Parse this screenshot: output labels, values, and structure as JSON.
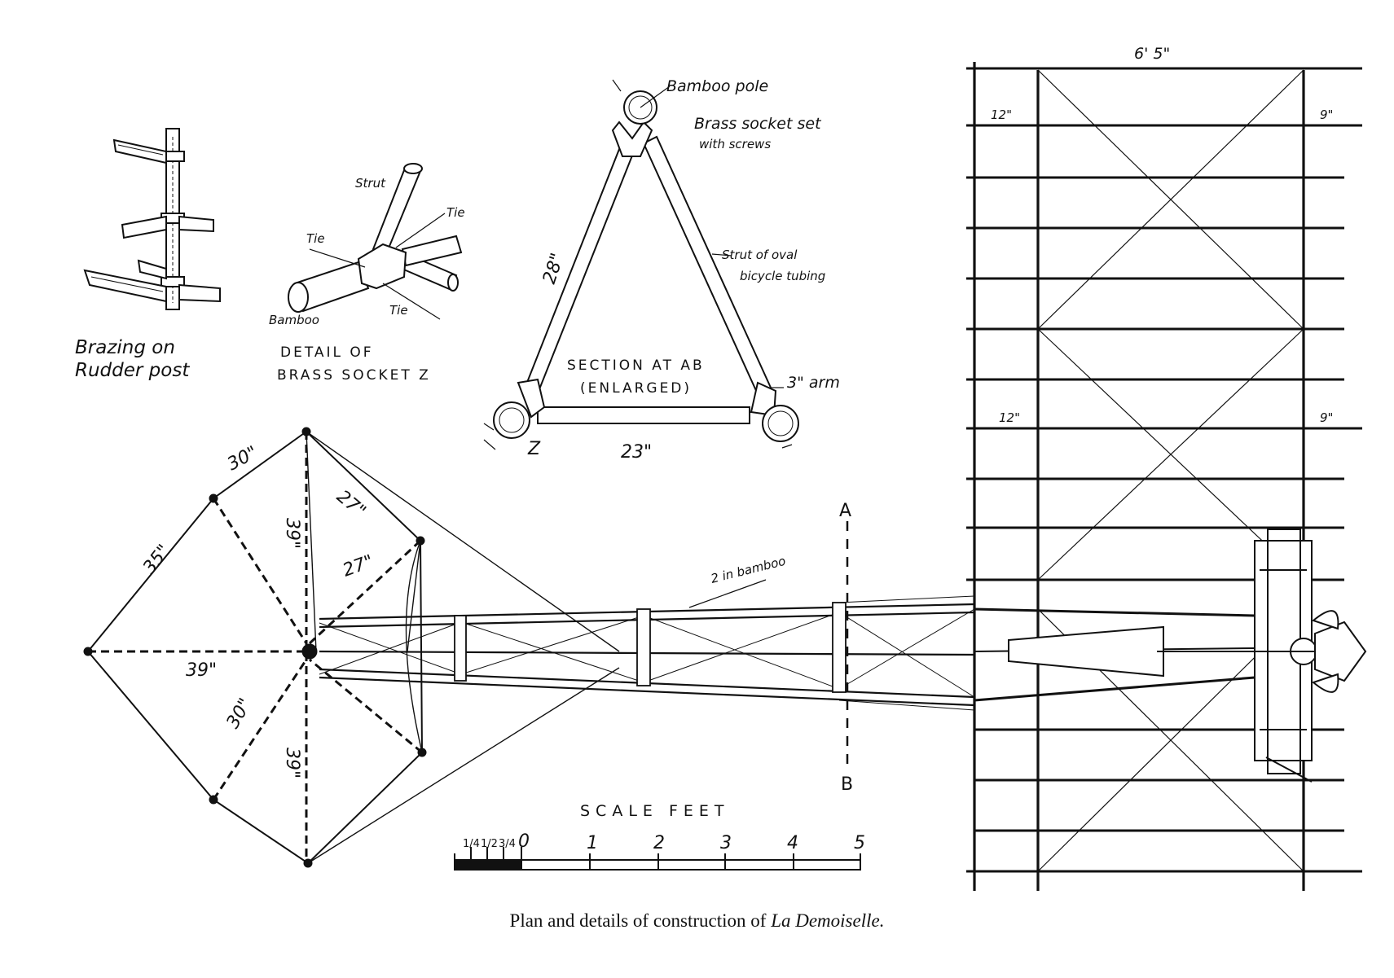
{
  "caption": {
    "main": "Plan and details of construction of ",
    "italic": "La Demoiselle."
  },
  "details": {
    "rudder_post": {
      "line1": "Brazing on",
      "line2": "Rudder post"
    },
    "brass_socket": {
      "strut": "Strut",
      "tie_top": "Tie",
      "tie_left": "Tie",
      "tie_bottom": "Tie",
      "bamboo": "Bamboo",
      "line1": "DETAIL OF",
      "line2": "BRASS SOCKET Z"
    }
  },
  "section": {
    "bamboo_pole": "Bamboo pole",
    "brass_socket_line1": "Brass socket set",
    "brass_socket_line2": "with screws",
    "strut_line1": "Strut of oval",
    "strut_line2": "bicycle tubing",
    "height": "28\"",
    "base": "23\"",
    "arm": "3\" arm",
    "title_line1": "SECTION AT AB",
    "title_line2": "(ENLARGED)",
    "z_label": "Z"
  },
  "tail": {
    "dim_30_top": "30\"",
    "dim_35": "35\"",
    "dim_27_top": "27\"",
    "dim_27_inner": "27\"",
    "dim_39_vert": "39\"",
    "dim_39_horiz": "39\"",
    "dim_30_bottom": "30\"",
    "dim_39_bottom": "39\""
  },
  "fuselage": {
    "bamboo_label": "2 in bamboo",
    "section_a": "A",
    "section_b": "B"
  },
  "scale": {
    "title": "SCALE FEET",
    "frac_1": "1/4",
    "frac_2": "1/2",
    "frac_3": "3/4",
    "n0": "0",
    "n1": "1",
    "n2": "2",
    "n3": "3",
    "n4": "4",
    "n5": "5"
  },
  "wing": {
    "span": "6' 5\"",
    "left_top": "12\"",
    "right_top": "9\"",
    "left_mid": "12\"",
    "right_mid": "9\""
  }
}
